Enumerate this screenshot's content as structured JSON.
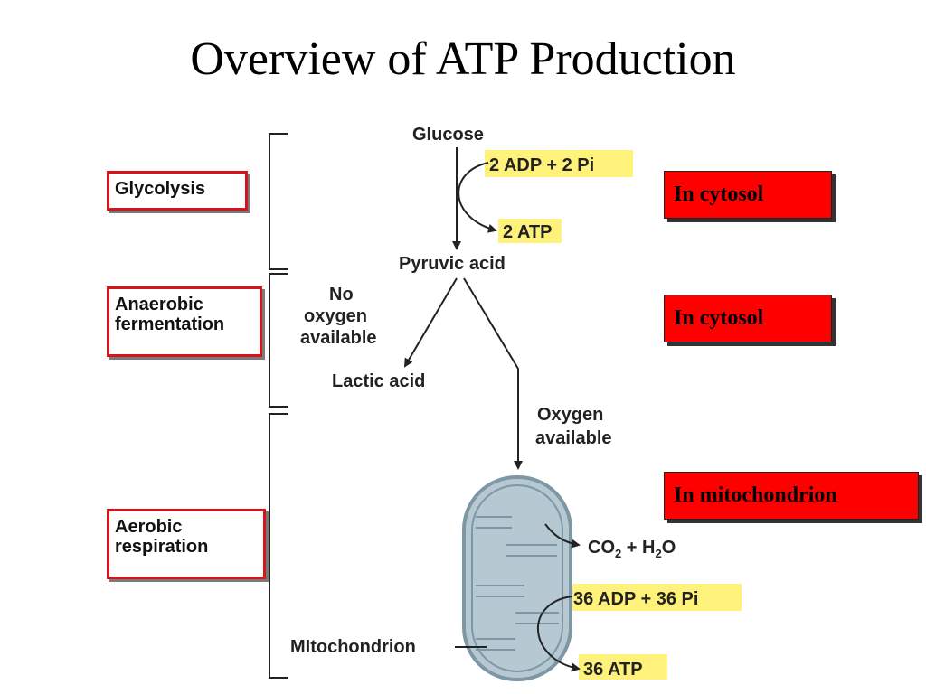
{
  "slide": {
    "title": "Overview of ATP Production"
  },
  "stages": {
    "glycolysis": "Glycolysis",
    "anaerobic_line1": "Anaerobic",
    "anaerobic_line2": "fermentation",
    "aerobic_line1": "Aerobic",
    "aerobic_line2": "respiration"
  },
  "locations": {
    "glycolysis": "In cytosol",
    "anaerobic": "In cytosol",
    "aerobic": "In mitochondrion"
  },
  "pathway": {
    "glucose": "Glucose",
    "adp_in": "2 ADP + 2 Pi",
    "atp_out": "2 ATP",
    "pyruvic_acid": "Pyruvic acid",
    "no_oxygen_line1": "No",
    "no_oxygen_line2": "oxygen",
    "no_oxygen_line3": "available",
    "lactic_acid": "Lactic acid",
    "oxygen_line1": "Oxygen",
    "oxygen_line2": "available",
    "co2": "CO",
    "co2_sub": "2",
    "plus": " + H",
    "h2o_sub": "2",
    "h2o_end": "O",
    "adp_in_2": "36 ADP + 36 Pi",
    "atp_out_2": "36 ATP",
    "mitochondrion": "MItochondrion"
  },
  "colors": {
    "highlight": "#fff27a",
    "stage_border": "#d6141b",
    "location_fill": "#ff0000",
    "mito_fill": "#b6c9d3",
    "mito_stroke": "#7d97a4"
  }
}
